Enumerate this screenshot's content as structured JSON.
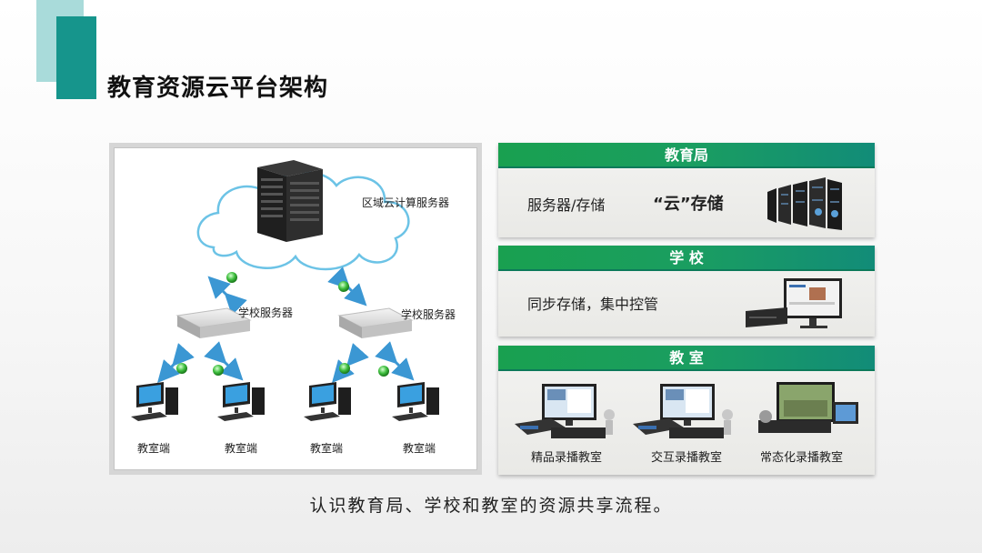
{
  "title": "教育资源云平台架构",
  "diagram": {
    "cloud_label": "区域云计算服务器",
    "school_server_left": "学校服务器",
    "school_server_right": "学校服务器",
    "classroom_labels": [
      "教室端",
      "教室端",
      "教室端",
      "教室端"
    ]
  },
  "panels": {
    "bureau": {
      "header": "教育局",
      "text": "服务器/存储",
      "emphasis": "“云”存储"
    },
    "school": {
      "header": "学  校",
      "text": "同步存储，集中控管"
    },
    "classroom": {
      "header": "教  室",
      "items": [
        "精品录播教室",
        "交互录播教室",
        "常态化录播教室"
      ]
    }
  },
  "footer": "认识教育局、学校和教室的资源共享流程。",
  "colors": {
    "accent_teal": "#16958c",
    "accent_light": "#a9dbda",
    "header_green": "#19a050",
    "arrow_blue": "#3b97d3",
    "node_green": "#3fbf3f"
  }
}
